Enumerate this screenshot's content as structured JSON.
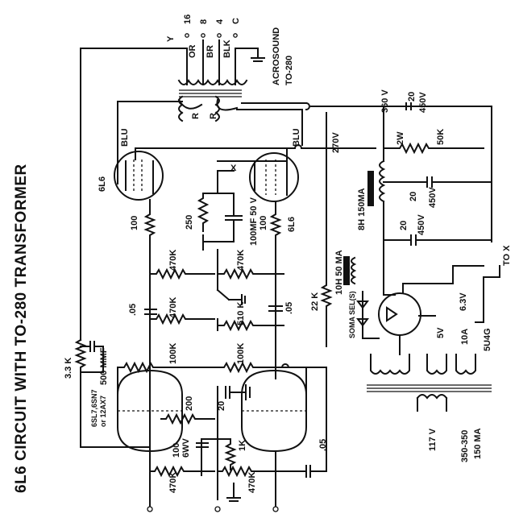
{
  "title": "6L6 CIRCUIT WITH TO-280 TRANSFORMER",
  "output_transformer": {
    "brand": "ACROSOUND",
    "model": "TO-280",
    "taps": [
      "16",
      "8",
      "4",
      "C"
    ],
    "wires": [
      "Y",
      "OR",
      "BR",
      "BLK"
    ],
    "primary_leads": [
      "BLU",
      "BLU"
    ],
    "screen_leads": [
      "R",
      "R"
    ]
  },
  "tubes": {
    "power_left": "6L6",
    "power_right": "6L6",
    "driver": "6SL7, 6SN7 or 12AX7",
    "driver_line1": "6SL7,6SN7",
    "driver_line2": "or 12AX7",
    "rectifier": "5U4G"
  },
  "labels": {
    "feedback_res": "3.3 K",
    "feedback_cap": "500 MMF",
    "r_grid_stop_l": "100",
    "r_grid_stop_r": "100",
    "r_bias": "250",
    "c_bias": "100MF 50 V",
    "bias_node": "X",
    "r_grid_l": "470K",
    "r_grid_r": "470K",
    "cc_l": ".05",
    "cc_r": ".05",
    "r_plate_l": "470K",
    "r_plate_r": "510 K",
    "r_load_l": "100K",
    "r_load_r": "100K",
    "r_cathode_a": "200",
    "cap_20": "20",
    "cap_100": "100",
    "cap_100_v": "6WV",
    "r_1k": "1K",
    "r_in_l": "470K",
    "r_in_r": "470K",
    "cap_in": ".05",
    "r_drop": "22 K",
    "choke_small": "10H 50 MA",
    "choke_big": "8H 150MA",
    "v_270": "270V",
    "v_360": "360 V",
    "c_filter_top": "20",
    "c_filter_top_v": "450V",
    "r_bleed": "50K",
    "r_bleed_w": "2W",
    "c_filter_mid": "20",
    "c_filter_mid_v": "450V",
    "c_filter_low": "20",
    "c_filter_low_v": "450V",
    "diodes": "SOMA SEL(S)",
    "fil_5v": "5V",
    "fil_63v": "6.3V",
    "fil_10a": "10A",
    "mains": "117 V",
    "ht_rating_v": "350-350",
    "ht_rating_ma": "150 MA",
    "to_x": "TO X"
  }
}
